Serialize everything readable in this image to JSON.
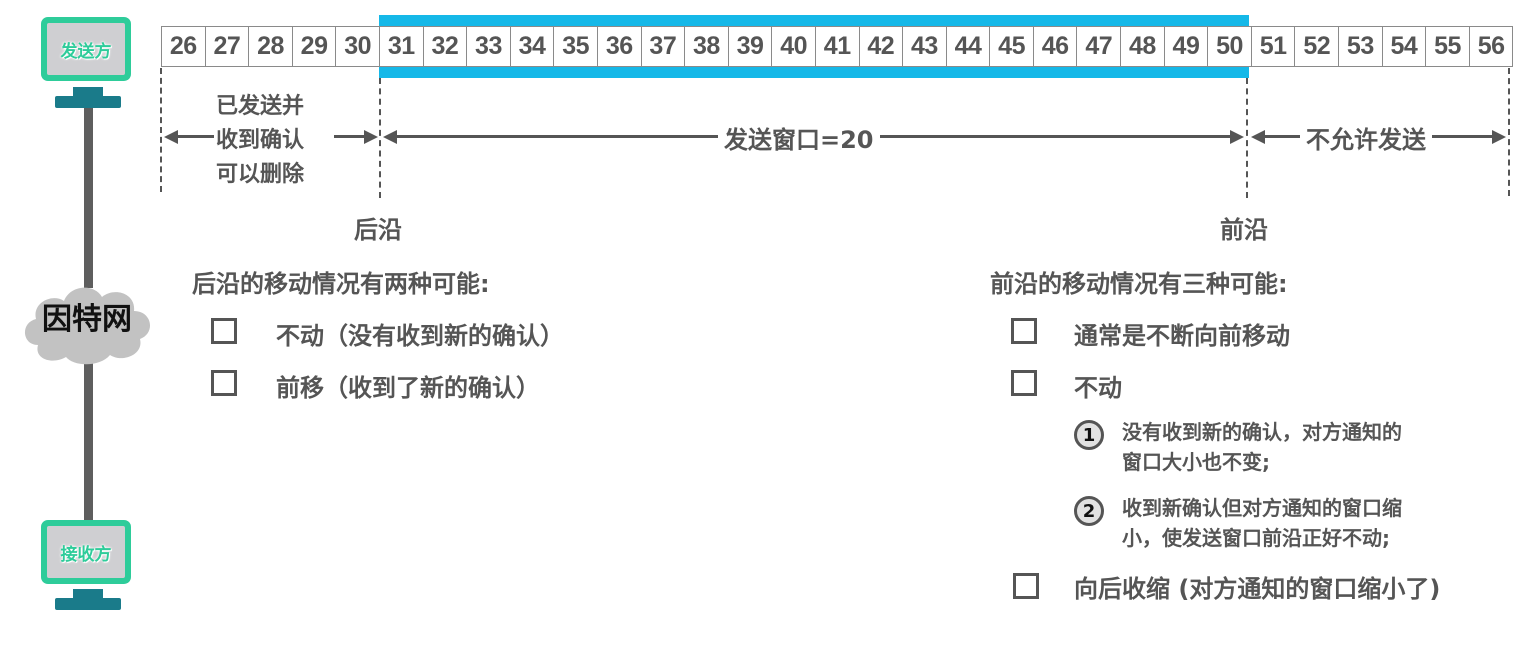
{
  "hosts": {
    "sender_label": "发送方",
    "receiver_label": "接收方",
    "network_label": "因特网"
  },
  "sequence": {
    "numbers": [
      "26",
      "27",
      "28",
      "29",
      "30",
      "31",
      "32",
      "33",
      "34",
      "35",
      "36",
      "37",
      "38",
      "39",
      "40",
      "41",
      "42",
      "43",
      "44",
      "45",
      "46",
      "47",
      "48",
      "49",
      "50",
      "51",
      "52",
      "53",
      "54",
      "55",
      "56"
    ],
    "window_start": 31,
    "window_end": 50,
    "window_color": "#15b8e8"
  },
  "regions": {
    "acked": [
      "已发送并",
      "收到确认",
      "可以删除"
    ],
    "window": "发送窗口=20",
    "not_allowed": "不允许发送"
  },
  "edges": {
    "trailing": "后沿",
    "leading": "前沿"
  },
  "trailing_section": {
    "title": "后沿的移动情况有两种可能:",
    "items": [
      "不动（没有收到新的确认）",
      "前移（收到了新的确认）"
    ]
  },
  "leading_section": {
    "title": "前沿的移动情况有三种可能:",
    "items": [
      "通常是不断向前移动",
      "不动",
      "向后收缩 (对方通知的窗口缩小了)"
    ],
    "sub_items": [
      {
        "num": "1",
        "lines": [
          "没有收到新的确认，对方通知的",
          "窗口大小也不变;"
        ]
      },
      {
        "num": "2",
        "lines": [
          "收到新确认但对方通知的窗口缩",
          "小，使发送窗口前沿正好不动;"
        ]
      }
    ]
  }
}
